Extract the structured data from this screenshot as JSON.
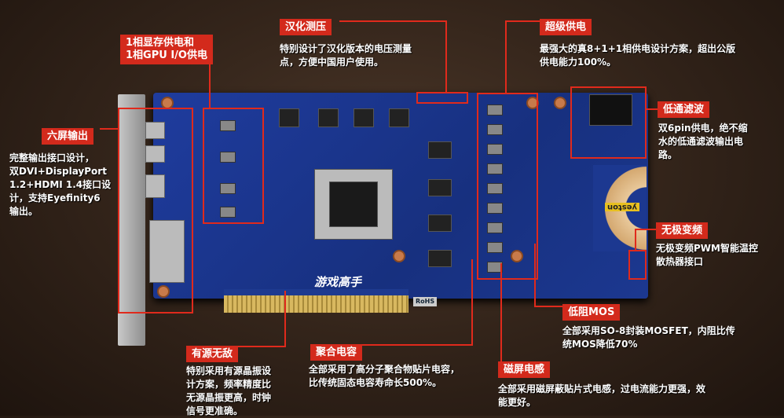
{
  "callouts": {
    "memory_phase": {
      "title_line1": "1相显存供电和",
      "title_line2": "1相GPU I/O供电"
    },
    "six_screen": {
      "title": "六屏输出",
      "desc": [
        "完整输出接口设计，",
        "双DVI+DisplayPort",
        "1.2+HDMI 1.4接口设",
        "计，支持Eyefinity6",
        "输出。"
      ]
    },
    "voltage": {
      "title": "汉化测压",
      "desc": [
        "特别设计了汉化版本的电压测量",
        "点，方便中国用户使用。"
      ]
    },
    "power": {
      "title": "超级供电",
      "desc": [
        "最强大的真8+1+1相供电设计方案，超出公版",
        "供电能力100%。"
      ]
    },
    "lowpass": {
      "title": "低通滤波",
      "desc": [
        "双6pin供电，绝不缩",
        "水的低通滤波输出电",
        "路。"
      ]
    },
    "pwm": {
      "title": "无极变频",
      "desc": [
        "无极变频PWM智能温控",
        "散热器接口"
      ]
    },
    "mos": {
      "title": "低阻MOS",
      "desc": [
        "全部采用SO-8封装MOSFET，内阻比传",
        "统MOS降低70%"
      ]
    },
    "inductor": {
      "title": "磁屏电感",
      "desc": [
        "全部采用磁屏蔽贴片式电感，过电流能力更强，效",
        "能更好。"
      ]
    },
    "capacitor": {
      "title": "聚合电容",
      "desc": [
        "全部采用了高分子聚合物贴片电容，",
        "比传统固态电容寿命长500%。"
      ]
    },
    "oscillator": {
      "title": "有源无敌",
      "desc": [
        "特别采用有源晶振设",
        "计方案，频率精度比",
        "无源晶振更高，时钟",
        "信号更准确。"
      ]
    }
  },
  "card": {
    "brand_logo": "yeston",
    "series_logo": "游戏高手",
    "rohs": "RoHS"
  },
  "colors": {
    "accent": "#d32a1c",
    "pcb": "#1f3c9e"
  }
}
